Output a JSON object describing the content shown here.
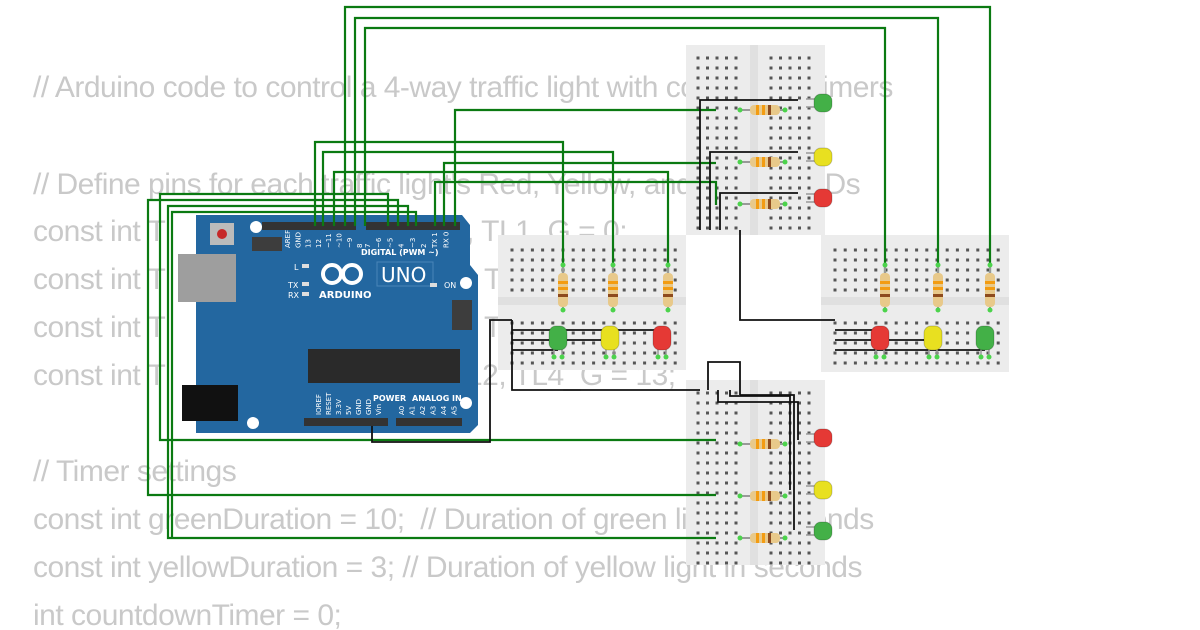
{
  "code": {
    "lines": [
      "// Arduino code to control a 4-way traffic light with countdown timers",
      "// Define pins for each traffic light's Red, Yellow, and Green LEDs",
      "const int T",
      "const int T",
      "const int T",
      "const int T",
      "// Timer settings",
      "const int greenDuration = 10;  // Duration of green light in seconds",
      "const int yellowDuration = 3; // Duration of yellow light in seconds",
      "int countdownTimer = 0;"
    ],
    "fragments": [
      ", TL1_G = 0;",
      "T",
      "T",
      "12, TL4_G = 13;"
    ]
  },
  "arduino": {
    "brand": "ARDUINO",
    "model": "UNO",
    "digital_label": "DIGITAL (PWM ~)",
    "power_label": "POWER",
    "analog_label": "ANALOG IN",
    "on_label": "ON",
    "l_label": "L",
    "tx_label": "TX",
    "rx_label": "RX",
    "digital_pins": [
      "AREF",
      "GND",
      "13",
      "12",
      "~11",
      "~10",
      "~9",
      "8",
      "7",
      "~6",
      "~5",
      "4",
      "~3",
      "2",
      "TX 1",
      "RX 0"
    ],
    "power_pins": [
      "IOREF",
      "RESET",
      "3.3V",
      "5V",
      "GND",
      "GND",
      "Vin"
    ],
    "analog_pins": [
      "A0",
      "A1",
      "A2",
      "A3",
      "A4",
      "A5"
    ]
  },
  "colors": {
    "board": "#2367a0",
    "wire_signal": "#0b7a12",
    "wire_ground": "#111111",
    "breadboard": "#ececec",
    "led_red": "#e53935",
    "led_yellow": "#e8e020",
    "led_green": "#43b047",
    "code_text": "#c9c9c9"
  }
}
